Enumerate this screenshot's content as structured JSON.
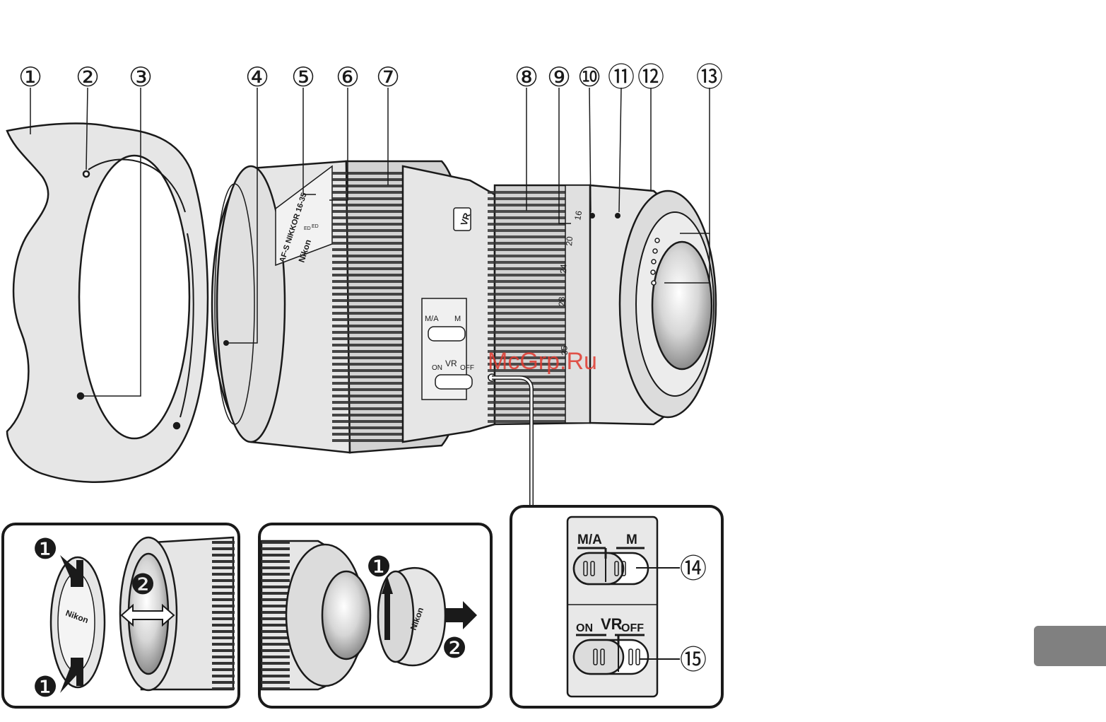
{
  "callouts": [
    "①",
    "②",
    "③",
    "④",
    "⑤",
    "⑥",
    "⑦",
    "⑧",
    "⑨",
    "⑩",
    "⑪",
    "⑫",
    "⑬",
    "⑭",
    "⑮"
  ],
  "lens": {
    "model_text": "AF-S NIKKOR 16-35",
    "brand_text": "Nikon",
    "vr_badge": "VR",
    "zoom_scale": [
      "16",
      "20",
      "24",
      "28",
      "35"
    ],
    "ed_marks": [
      "ED",
      "ED"
    ]
  },
  "switches": {
    "focus_mode_left": "M/A",
    "focus_mode_right": "M",
    "vr_title": "VR",
    "vr_on": "ON",
    "vr_off": "OFF"
  },
  "watermark": "McGrp.Ru",
  "panels": {
    "front_cap_steps": [
      "❶",
      "❷",
      "❶"
    ],
    "front_cap_brand": "Nikon",
    "rear_cap_steps": [
      "❶",
      "❷"
    ],
    "rear_cap_brand": "Nikon"
  },
  "colors": {
    "outline": "#1a1a1a",
    "body_fill": "#e6e6e6",
    "mid_fill": "#d2d2d2",
    "dark_fill": "#9a9a9a",
    "watermark": "#e0392e",
    "tab": "#808080"
  }
}
